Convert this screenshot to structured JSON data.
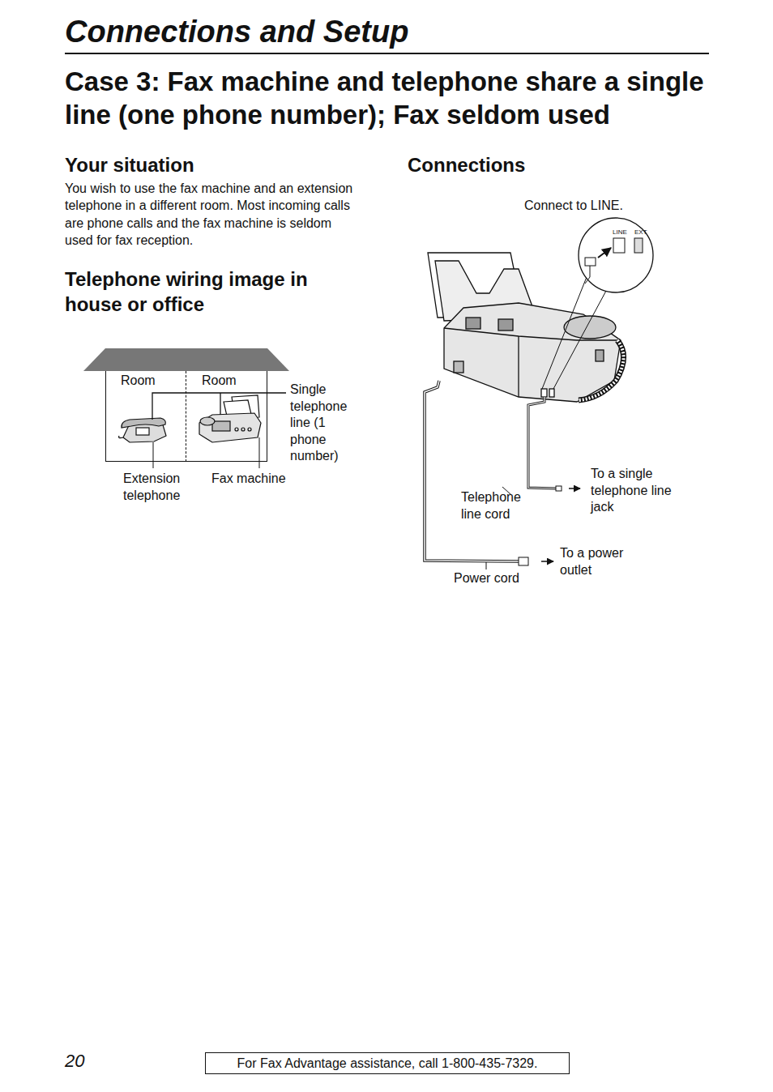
{
  "diagram": {
    "title": "Case 3: Fax machine and telephone share a single line (one phone number); Fax seldom used",
    "nodes": [
      {
        "text": [
          "Room"
        ]
      },
      {
        "text": [
          "Room"
        ]
      },
      {
        "text": [
          "For Fax Advantage assistance, call 1-800-435-7329."
        ]
      }
    ],
    "labels": [
      "Connections and Setup",
      "Your situation",
      "You wish to use the fax machine and an extension telephone in a different room. Most incoming calls are phone calls and the fax machine is seldom used for fax reception.",
      "Telephone wiring image in house or office",
      "Single telephone line (1 phone number)",
      "Extension telephone",
      "Fax machine",
      "Connections",
      "Connect to LINE.",
      "LINE",
      "EXT",
      "To a single telephone line jack",
      "Telephone line cord",
      "To a power outlet",
      "Power cord",
      "20"
    ]
  }
}
